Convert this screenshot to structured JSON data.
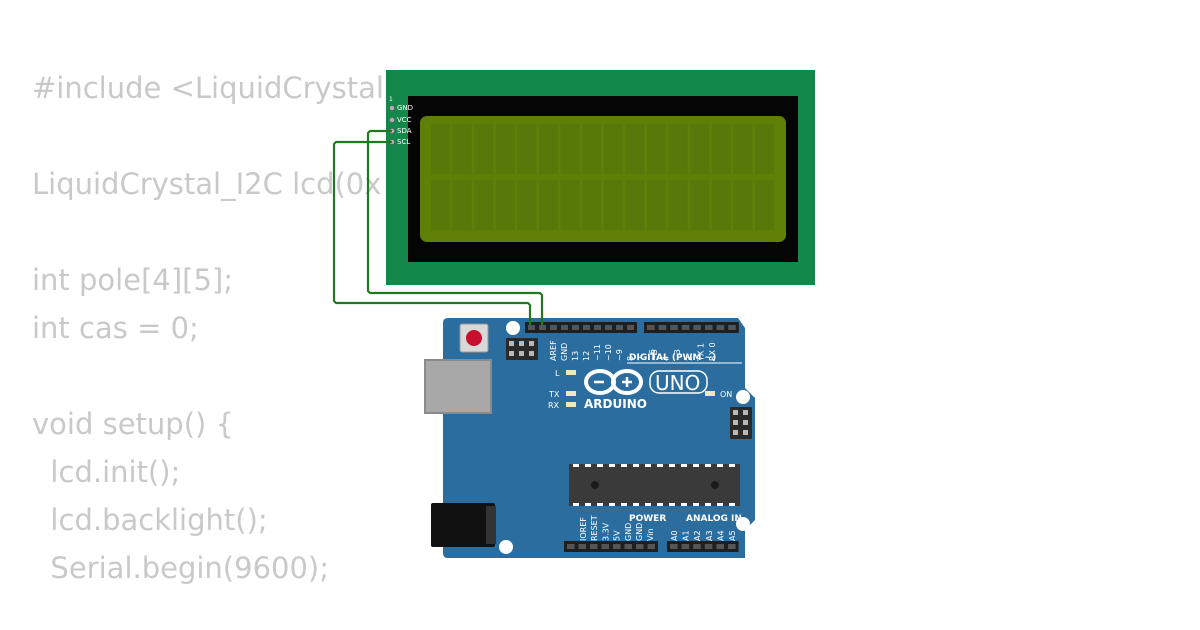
{
  "code_lines": [
    "#include <LiquidCrystal",
    "",
    "LiquidCrystal_I2C lcd(0x",
    "",
    "int pole[4][5];",
    "int cas = 0;",
    "",
    "void setup() {",
    "  lcd.init();",
    "  lcd.backlight();",
    "  Serial.begin(9600);"
  ],
  "lcd": {
    "pin_marker": "1",
    "pins": [
      "GND",
      "VCC",
      "SDA",
      "SCL"
    ],
    "colors": {
      "board": "#14874a",
      "bezel": "#050505",
      "screen": "#5f7f07",
      "wire": "#1f7a1f"
    }
  },
  "arduino": {
    "brand": "ARDUINO",
    "model": "UNO",
    "on_label": "ON",
    "l_label": "L",
    "tx_label": "TX",
    "rx_label": "RX",
    "digital_header": "DIGITAL (PWM ~)",
    "power_header": "POWER",
    "analog_header": "ANALOG IN",
    "digital_pins": [
      "AREF",
      "GND",
      "13",
      "12",
      "~11",
      "~10",
      "~9",
      "8",
      "7",
      "~6",
      "~5",
      "4",
      "~3",
      "2",
      "TX 1",
      "RX 0"
    ],
    "power_pins": [
      "IOREF",
      "RESET",
      "3.3V",
      "5V",
      "GND",
      "GND",
      "Vin"
    ],
    "analog_pins": [
      "A0",
      "A1",
      "A2",
      "A3",
      "A4",
      "A5"
    ],
    "colors": {
      "board": "#2c6da0",
      "chip": "#3a3a3a",
      "usb": "#a8a8a8",
      "jack": "#111111",
      "reset": "#c8102e"
    }
  }
}
